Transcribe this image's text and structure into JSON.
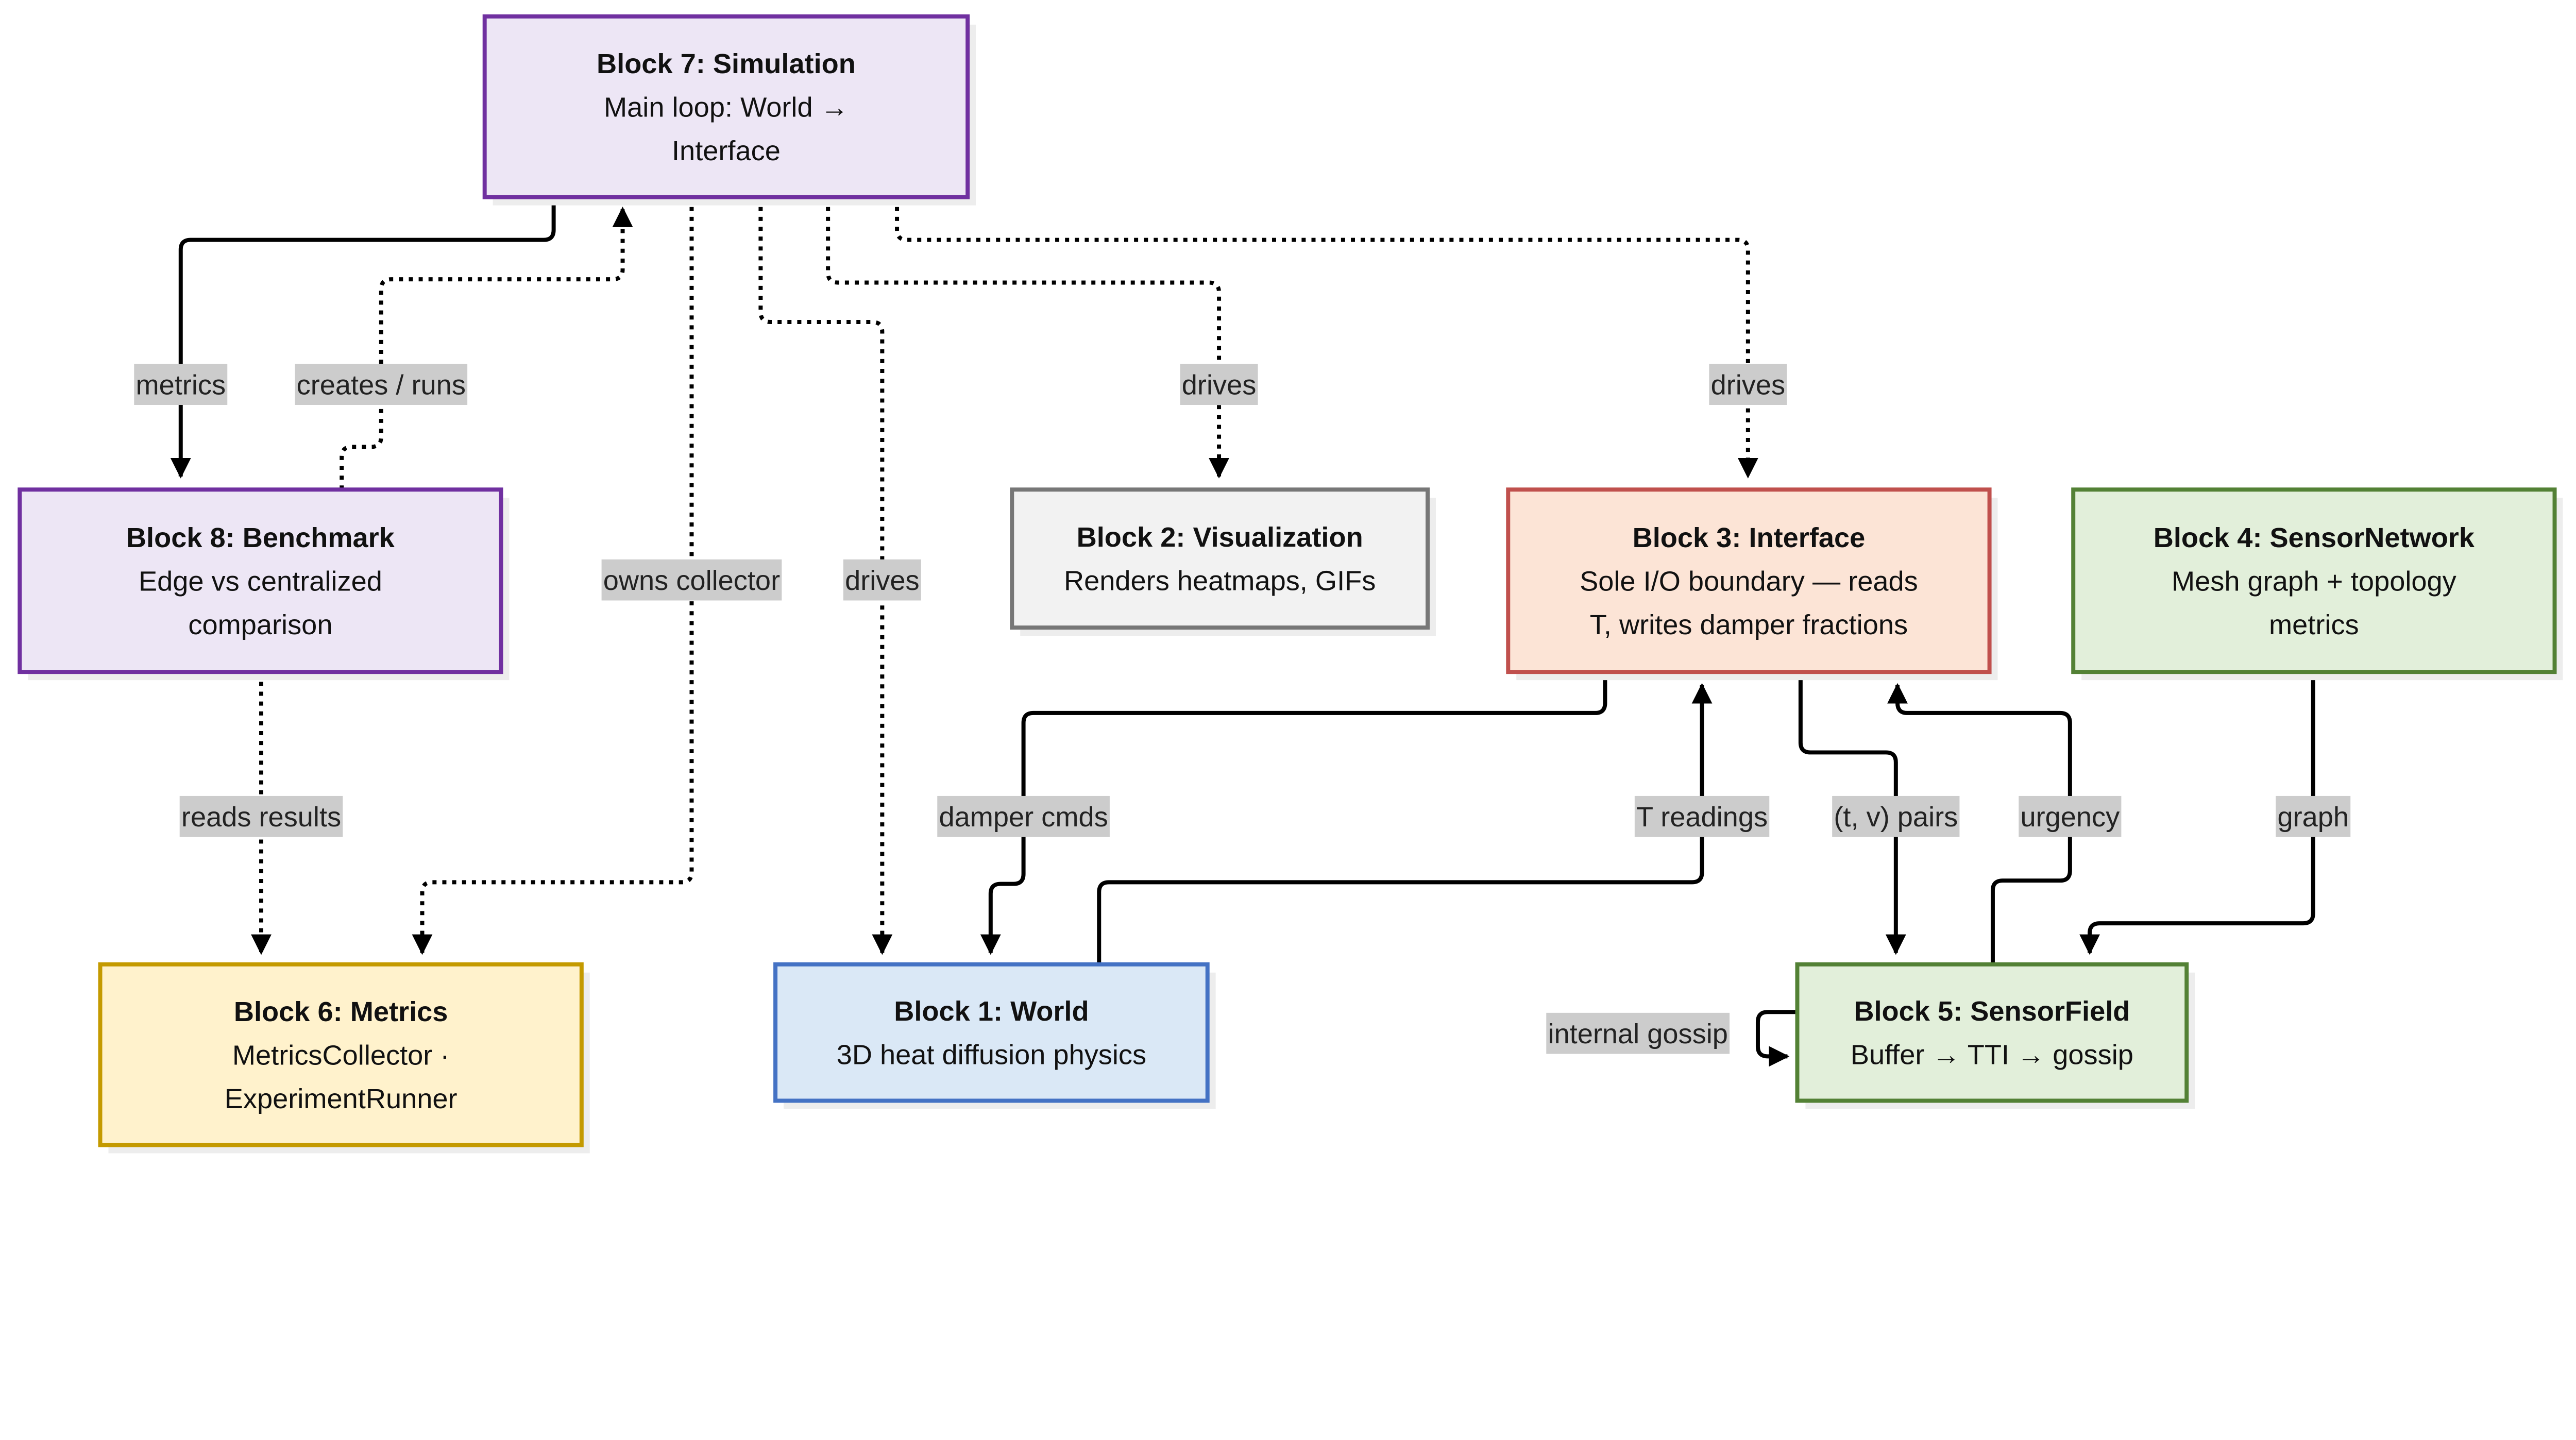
{
  "colors": {
    "purple_fill": "#ede6f5",
    "purple_stroke": "#7030a0",
    "gray_fill": "#f2f2f2",
    "gray_stroke": "#777777",
    "orange_fill": "#fce4d6",
    "orange_stroke": "#c0504d",
    "green_fill": "#e2efda",
    "green_stroke": "#538135",
    "yellow_fill": "#fff2cc",
    "yellow_stroke": "#c49a00",
    "blue_fill": "#dae8f6",
    "blue_stroke": "#4472c4",
    "label_bg": "#cccccc"
  },
  "nodes": {
    "b7": {
      "title": "Block 7: Simulation",
      "lines": [
        "Main loop: World →",
        "Interface"
      ]
    },
    "b8": {
      "title": "Block 8: Benchmark",
      "lines": [
        "Edge vs centralized",
        "comparison"
      ]
    },
    "b2": {
      "title": "Block 2: Visualization",
      "lines": [
        "Renders heatmaps, GIFs"
      ]
    },
    "b3": {
      "title": "Block 3: Interface",
      "lines": [
        "Sole I/O boundary — reads",
        "T, writes damper fractions"
      ]
    },
    "b4": {
      "title": "Block 4: SensorNetwork",
      "lines": [
        "Mesh graph + topology",
        "metrics"
      ]
    },
    "b6": {
      "title": "Block 6: Metrics",
      "lines": [
        "MetricsCollector ·",
        "ExperimentRunner"
      ]
    },
    "b1": {
      "title": "Block 1: World",
      "lines": [
        "3D heat diffusion physics"
      ]
    },
    "b5": {
      "title": "Block 5: SensorField",
      "lines": [
        "Buffer → TTI → gossip"
      ]
    }
  },
  "edges": [
    {
      "from": "b7",
      "to": "b8",
      "label": "metrics",
      "style": "solid"
    },
    {
      "from": "b8",
      "to": "b7",
      "label": "creates / runs",
      "style": "dotted"
    },
    {
      "from": "b7",
      "to": "b6",
      "label": "owns collector",
      "style": "dotted"
    },
    {
      "from": "b7",
      "to": "b1",
      "label": "drives",
      "style": "dotted"
    },
    {
      "from": "b7",
      "to": "b2",
      "label": "drives",
      "style": "dotted"
    },
    {
      "from": "b7",
      "to": "b3",
      "label": "drives",
      "style": "dotted"
    },
    {
      "from": "b8",
      "to": "b6",
      "label": "reads results",
      "style": "dotted"
    },
    {
      "from": "b3",
      "to": "b1",
      "label": "damper cmds",
      "style": "solid"
    },
    {
      "from": "b1",
      "to": "b3",
      "label": "T readings",
      "style": "solid"
    },
    {
      "from": "b3",
      "to": "b5",
      "label": "(t, v) pairs",
      "style": "solid"
    },
    {
      "from": "b5",
      "to": "b3",
      "label": "urgency",
      "style": "solid"
    },
    {
      "from": "b4",
      "to": "b5",
      "label": "graph",
      "style": "solid"
    },
    {
      "from": "b5",
      "to": "b5",
      "label": "internal gossip",
      "style": "solid"
    }
  ]
}
